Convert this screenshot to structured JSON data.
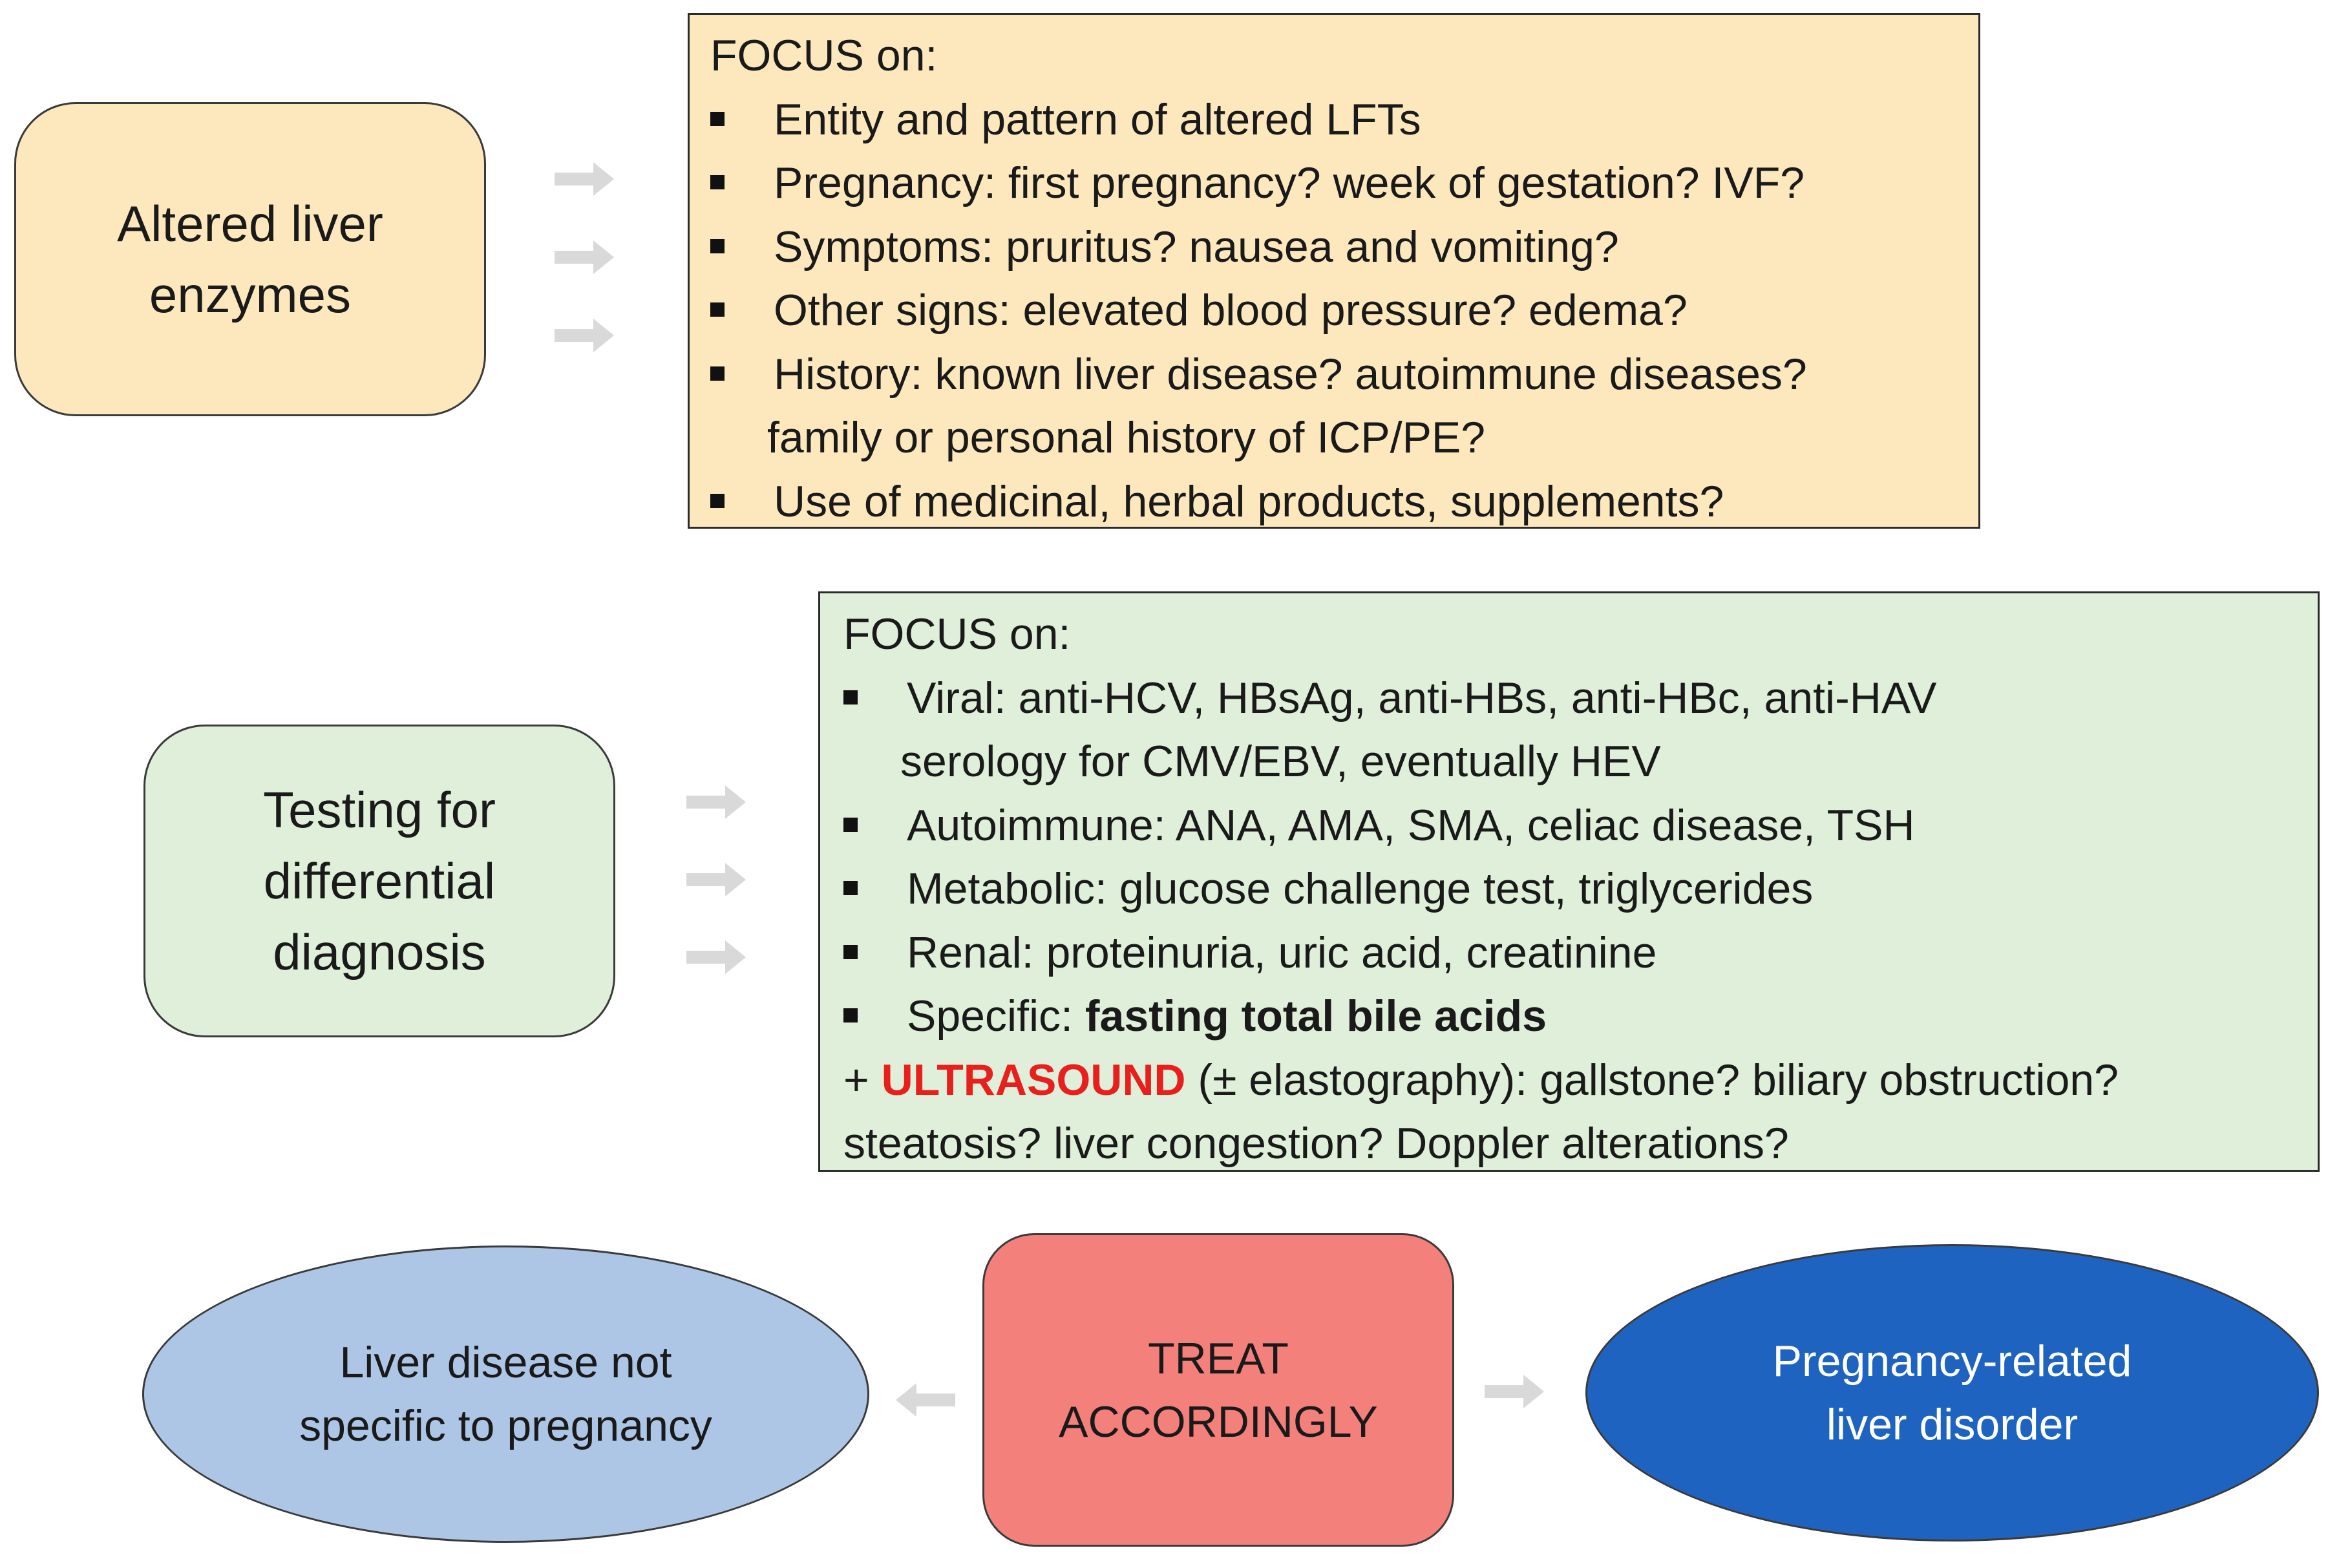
{
  "nodes": {
    "altered": [
      "Altered liver",
      "enzymes"
    ],
    "testing": [
      "Testing for",
      "differential",
      "diagnosis"
    ],
    "treat": [
      "TREAT",
      "ACCORDINGLY"
    ],
    "not_specific": [
      "Liver disease not",
      "specific to pregnancy"
    ],
    "pregnancy_related": [
      "Pregnancy-related",
      "liver disorder"
    ]
  },
  "focus_1": {
    "title": "FOCUS on:",
    "items": [
      "Entity and pattern of altered LFTs",
      "Pregnancy: first pregnancy? week of gestation? IVF?",
      "Symptoms: pruritus? nausea and vomiting?",
      "Other signs: elevated blood pressure? edema?",
      "History: known liver disease? autoimmune diseases?",
      "Use of medicinal, herbal products, supplements?"
    ],
    "history_continuation": "family or personal history of ICP/PE?"
  },
  "focus_2": {
    "title": "FOCUS on:",
    "items": [
      "Viral: anti-HCV, HBsAg, anti-HBs, anti-HBc, anti-HAV",
      "Autoimmune: ANA, AMA, SMA, celiac disease, TSH",
      "Metabolic: glucose challenge test, triglycerides",
      "Renal: proteinuria, uric acid, creatinine"
    ],
    "viral_continuation": "serology for CMV/EBV, eventually HEV",
    "specific_prefix": "Specific: ",
    "specific_bold": "fasting total bile acids",
    "ultrasound_plus": "+ ",
    "ultrasound_label": "ULTRASOUND",
    "ultrasound_rest": " (± elastography): gallstone? biliary obstruction?",
    "ultrasound_line2": "steatosis? liver congestion? Doppler alterations?"
  },
  "colors": {
    "light_orange": "#fde8bd",
    "light_green": "#dfefd9",
    "salmon": "#f4807c",
    "light_blue": "#adc6e6",
    "blue": "#1f63c0",
    "arrow_gray": "#d9d9d9",
    "ultrasound_red": "#e8201d"
  }
}
